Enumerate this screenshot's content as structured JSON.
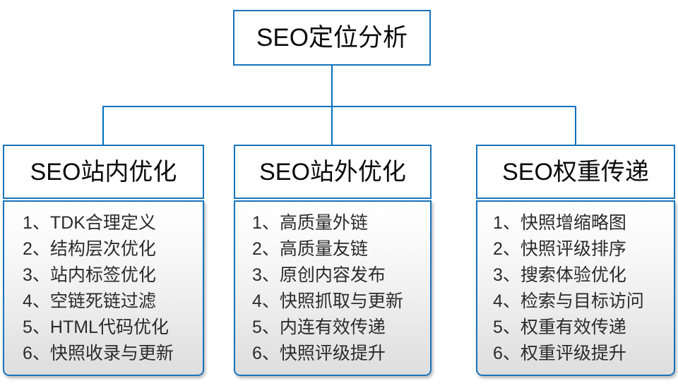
{
  "diagram": {
    "type": "hierarchy-tree",
    "accent_color": "#0070C0",
    "border_color": "#1874BC",
    "text_color": "#0a0a0a",
    "item_text_color": "#2b2b2b",
    "background": "#ffffff",
    "root": {
      "label": "SEO定位分析"
    },
    "children": [
      {
        "header": "SEO站内优化",
        "items": [
          "1、TDK合理定义",
          "2、结构层次优化",
          "3、站内标签优化",
          "4、空链死链过滤",
          "5、HTML代码优化",
          "6、快照收录与更新"
        ]
      },
      {
        "header": "SEO站外优化",
        "items": [
          "1、高质量外链",
          "2、高质量友链",
          "3、原创内容发布",
          "4、快照抓取与更新",
          "5、内连有效传递",
          "6、快照评级提升"
        ]
      },
      {
        "header": "SEO权重传递",
        "items": [
          "1、快照增缩略图",
          "2、快照评级排序",
          "3、搜索体验优化",
          "4、检索与目标访问",
          "5、权重有效传递",
          "6、权重评级提升"
        ]
      }
    ]
  }
}
